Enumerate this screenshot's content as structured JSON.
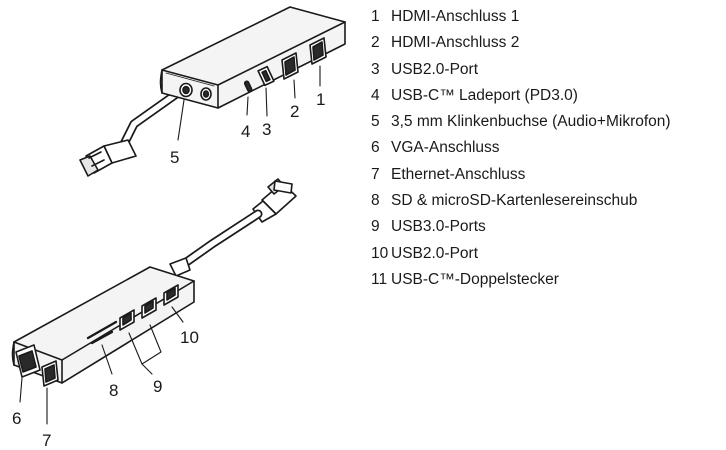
{
  "legend": {
    "items": [
      {
        "number": "1",
        "label": "HDMI-Anschluss 1"
      },
      {
        "number": "2",
        "label": "HDMI-Anschluss 2"
      },
      {
        "number": "3",
        "label": "USB2.0-Port"
      },
      {
        "number": "4",
        "label": "USB-C™ Ladeport (PD3.0)"
      },
      {
        "number": "5",
        "label": "3,5 mm Klinkenbuchse (Audio+Mikrofon)"
      },
      {
        "number": "6",
        "label": "VGA-Anschluss"
      },
      {
        "number": "7",
        "label": "Ethernet-Anschluss"
      },
      {
        "number": "8",
        "label": "SD & microSD-Kartenlesereinschub"
      },
      {
        "number": "9",
        "label": "USB3.0-Ports"
      },
      {
        "number": "10",
        "label": "USB2.0-Port"
      },
      {
        "number": "11",
        "label": "USB-C™-Doppelstecker"
      }
    ]
  },
  "callouts": {
    "top_view": [
      "1",
      "2",
      "3",
      "4",
      "5"
    ],
    "bottom_view": [
      "6",
      "7",
      "8",
      "9",
      "10"
    ]
  },
  "colors": {
    "line": "#1a1a1a",
    "body_fill": "#f4f4f4",
    "port_fill": "#2a2a2a"
  }
}
